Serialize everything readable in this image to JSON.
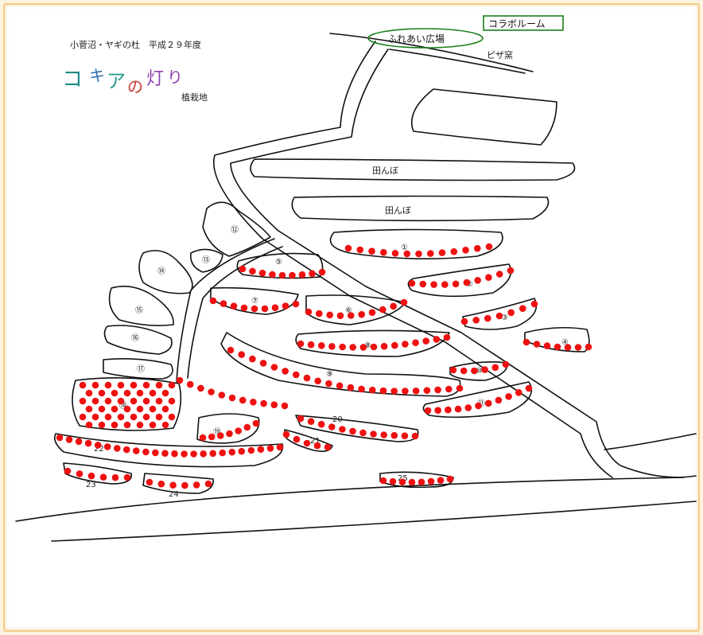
{
  "header": {
    "subtitle": "小菅沼・ヤギの杜　平成２９年度",
    "title_chars": [
      {
        "ch": "コ",
        "color": "#1f8a8a"
      },
      {
        "ch": "キ",
        "color": "#2a6fb0"
      },
      {
        "ch": "ア",
        "color": "#2a9d8f"
      },
      {
        "ch": "の",
        "color": "#c0392b"
      },
      {
        "ch": "灯",
        "color": "#8e44ad"
      },
      {
        "ch": "り",
        "color": "#8e44ad"
      }
    ],
    "title_suffix": "植栽地"
  },
  "landmarks": {
    "room": "コラボルーム",
    "plaza": "ふれあい広場",
    "pizza": "ピザ窯",
    "paddy1": "田んぼ",
    "paddy2": "田んぼ"
  },
  "plots": {
    "p1": "①",
    "p2": "②",
    "p3": "③",
    "p4": "④",
    "p5": "⑤",
    "p6": "⑥",
    "p7": "⑦",
    "p8": "⑧",
    "p9": "⑨",
    "p10": "⑩",
    "p11": "⑪",
    "p12": "⑫",
    "p13": "⑬",
    "p14": "⑭",
    "p15": "⑮",
    "p16": "⑯",
    "p17": "⑰",
    "p18": "⑱",
    "p19": "⑲",
    "p20": "20",
    "p21": "21",
    "p22": "22",
    "p23": "23",
    "p24": "24",
    "p25": "25"
  },
  "colors": {
    "dot": "#ee1111",
    "line": "#111111",
    "room_border": "#1a7f1a",
    "plaza_border": "#1a7f1a"
  }
}
